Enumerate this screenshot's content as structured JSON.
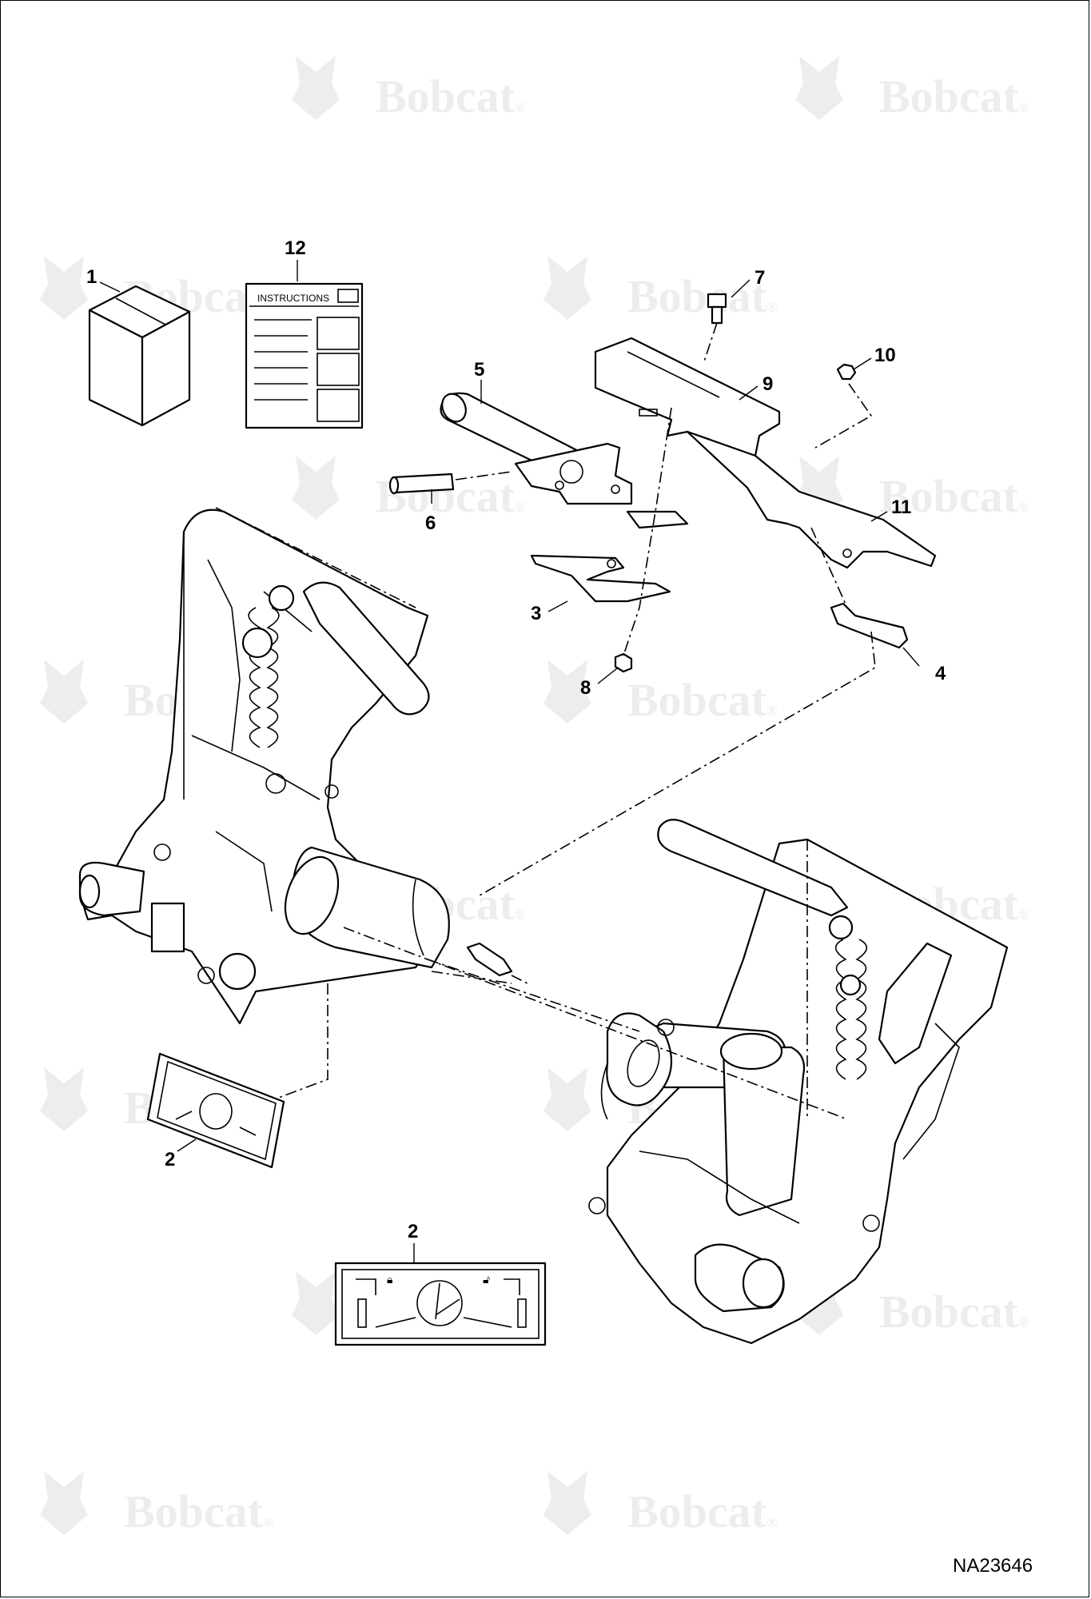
{
  "watermark": {
    "text": "Bobcat",
    "registered": "®"
  },
  "reference_number": "NA23646",
  "instructions_text": "INSTRUCTIONS",
  "callouts": [
    "1",
    "12",
    "7",
    "10",
    "5",
    "9",
    "6",
    "11",
    "3",
    "4",
    "8",
    "2",
    "2"
  ]
}
